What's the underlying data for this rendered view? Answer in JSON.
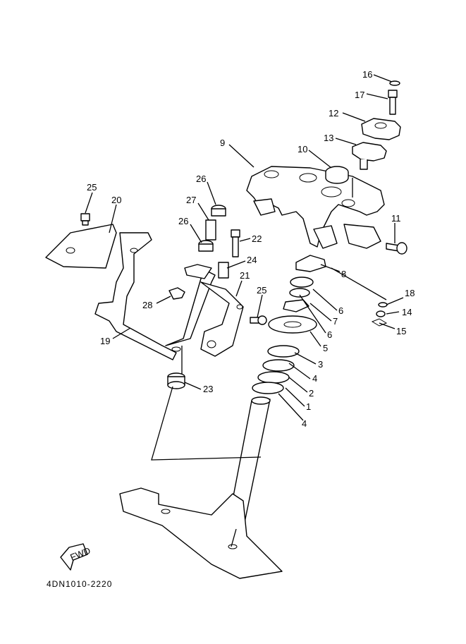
{
  "diagram": {
    "drawing_code": "4DN1010-2220",
    "fwd_label": "FWD",
    "callouts": [
      "16",
      "17",
      "12",
      "13",
      "9",
      "10",
      "11",
      "26",
      "27",
      "26",
      "25",
      "20",
      "22",
      "24",
      "21",
      "25",
      "28",
      "19",
      "8",
      "6",
      "7",
      "6",
      "5",
      "3",
      "4",
      "2",
      "1",
      "4",
      "23",
      "18",
      "14",
      "15"
    ]
  }
}
